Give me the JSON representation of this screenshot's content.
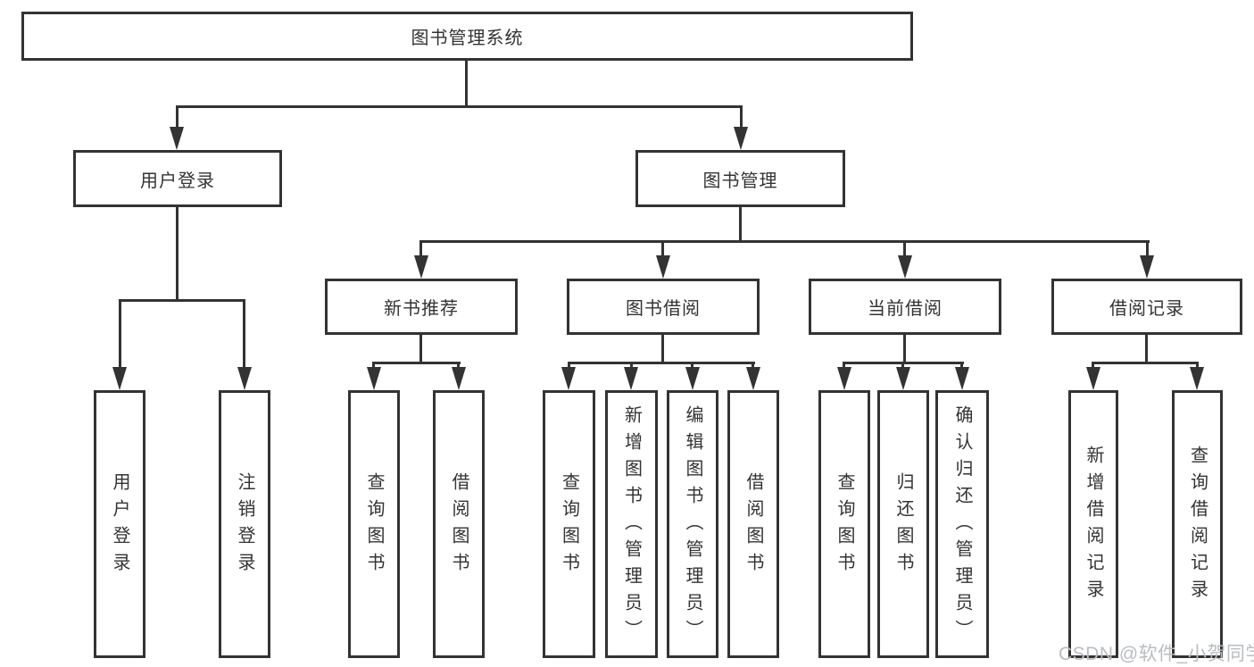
{
  "diagram_title": "图书管理系统",
  "tree": {
    "label": "图书管理系统",
    "children": [
      {
        "label": "用户登录",
        "children": [
          {
            "label": "用户登录"
          },
          {
            "label": "注销登录"
          }
        ]
      },
      {
        "label": "图书管理",
        "children": [
          {
            "label": "新书推荐",
            "children": [
              {
                "label": "查询图书"
              },
              {
                "label": "借阅图书"
              }
            ]
          },
          {
            "label": "图书借阅",
            "children": [
              {
                "label": "查询图书"
              },
              {
                "label": "新增图书（管理员）"
              },
              {
                "label": "编辑图书（管理员）"
              },
              {
                "label": "借阅图书"
              }
            ]
          },
          {
            "label": "当前借阅",
            "children": [
              {
                "label": "查询图书"
              },
              {
                "label": "归还图书"
              },
              {
                "label": "确认归还（管理员）"
              }
            ]
          },
          {
            "label": "借阅记录",
            "children": [
              {
                "label": "新增借阅记录"
              },
              {
                "label": "查询借阅记录"
              }
            ]
          }
        ]
      }
    ]
  },
  "watermark": "CSDN @软件_小贺同学",
  "colors": {
    "line": "#333333",
    "text": "#333333",
    "box_background": "#ffffff",
    "page_background": "#ffffff",
    "watermark": "#b9bdc2"
  }
}
